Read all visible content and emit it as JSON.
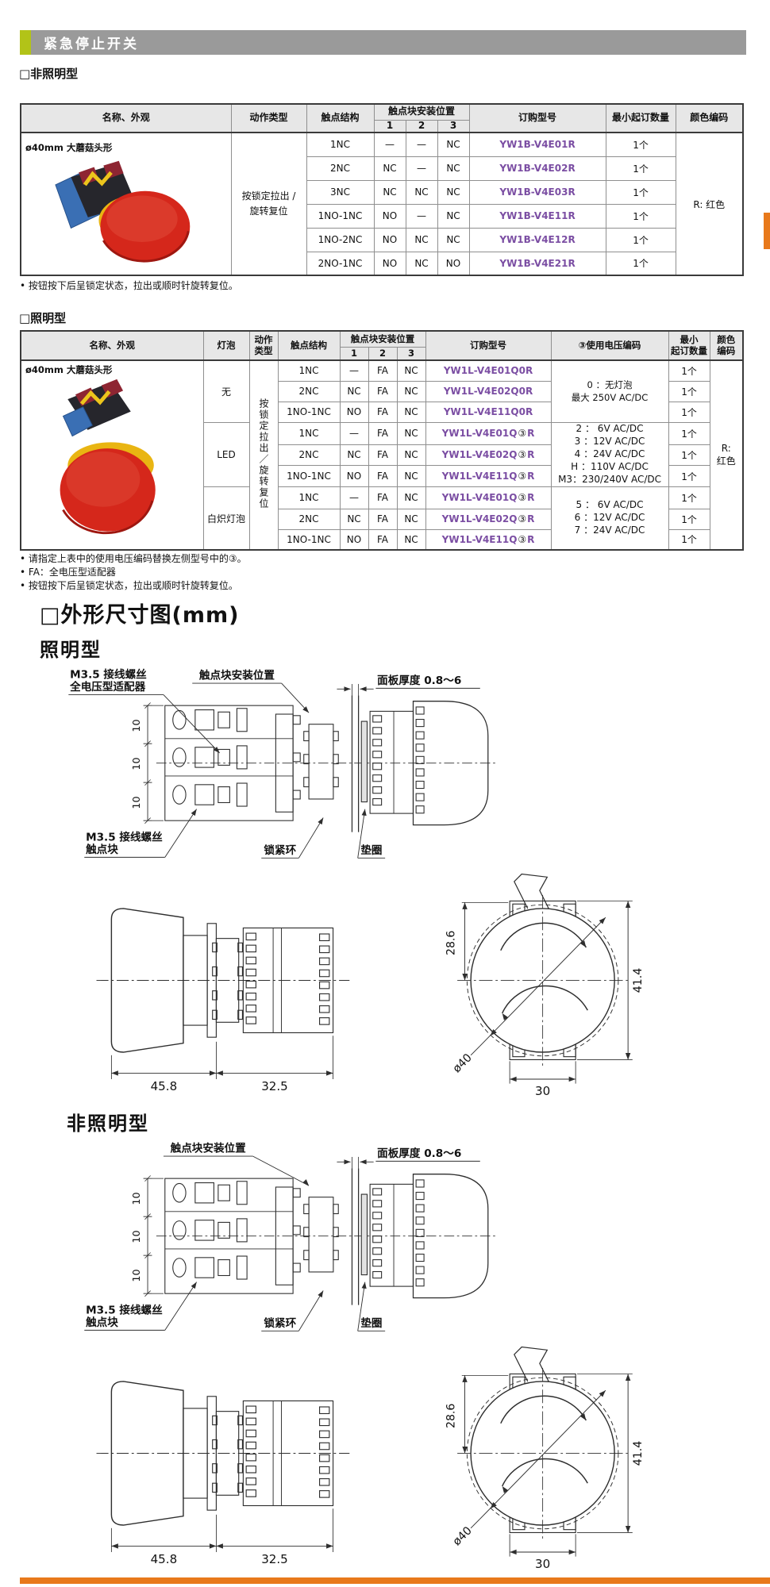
{
  "page": {
    "title_bar": {
      "title": "紧急停止开关"
    },
    "colors": {
      "accent_lime": "#b2c318",
      "bar_gray": "#9a9a9a",
      "model_purple": "#7b4ea3",
      "accent_orange": "#e8791b",
      "photo_red": "#d5271b"
    }
  },
  "non_illuminated": {
    "heading": "□非照明型",
    "table": {
      "headers": {
        "name": "名称、外观",
        "action": "动作类型",
        "contact": "触点结构",
        "mount": "触点块安装位置",
        "mount_cols": [
          "1",
          "2",
          "3"
        ],
        "model": "订购型号",
        "moq": "最小起订数量",
        "color": "颜色编码"
      },
      "product_name": "ø40mm 大蘑菇头形",
      "action_type": "按锁定拉出 /\n旋转复位",
      "color_code": "R: 红色",
      "rows": [
        {
          "contact": "1NC",
          "p1": "—",
          "p2": "—",
          "p3": "NC",
          "model": "YW1B-V4E01R",
          "moq": "1个"
        },
        {
          "contact": "2NC",
          "p1": "NC",
          "p2": "—",
          "p3": "NC",
          "model": "YW1B-V4E02R",
          "moq": "1个"
        },
        {
          "contact": "3NC",
          "p1": "NC",
          "p2": "NC",
          "p3": "NC",
          "model": "YW1B-V4E03R",
          "moq": "1个"
        },
        {
          "contact": "1NO-1NC",
          "p1": "NO",
          "p2": "—",
          "p3": "NC",
          "model": "YW1B-V4E11R",
          "moq": "1个"
        },
        {
          "contact": "1NO-2NC",
          "p1": "NO",
          "p2": "NC",
          "p3": "NC",
          "model": "YW1B-V4E12R",
          "moq": "1个"
        },
        {
          "contact": "2NO-1NC",
          "p1": "NO",
          "p2": "NC",
          "p3": "NO",
          "model": "YW1B-V4E21R",
          "moq": "1个"
        }
      ],
      "footnote": "• 按钮按下后呈锁定状态，拉出或顺时针旋转复位。"
    }
  },
  "illuminated": {
    "heading": "□照明型",
    "table": {
      "headers": {
        "name": "名称、外观",
        "bulb": "灯泡",
        "action": "动作\n类型",
        "contact": "触点结构",
        "mount": "触点块安装位置",
        "mount_cols": [
          "1",
          "2",
          "3"
        ],
        "model": "订购型号",
        "voltage": "③使用电压编码",
        "moq": "最小\n起订数量",
        "color": "颜色\n编码"
      },
      "product_name": "ø40mm 大蘑菇头形",
      "action_type": "按锁定拉出／旋转复位",
      "color_code": "R:\n红色",
      "groups": [
        {
          "bulb": "无",
          "voltage_lines": [
            "0 ：无灯泡",
            "最大 250V AC/DC"
          ],
          "rows": [
            {
              "contact": "1NC",
              "p1": "—",
              "p2": "FA",
              "p3": "NC",
              "model": "YW1L-V4E01Q0R",
              "moq": "1个"
            },
            {
              "contact": "2NC",
              "p1": "NC",
              "p2": "FA",
              "p3": "NC",
              "model": "YW1L-V4E02Q0R",
              "moq": "1个"
            },
            {
              "contact": "1NO-1NC",
              "p1": "NO",
              "p2": "FA",
              "p3": "NC",
              "model": "YW1L-V4E11Q0R",
              "moq": "1个"
            }
          ]
        },
        {
          "bulb": "LED",
          "voltage_lines": [
            "2 ： 6V AC/DC",
            "3 ：12V AC/DC",
            "4 ：24V AC/DC",
            "H ：110V AC/DC",
            "M3：230/240V AC/DC"
          ],
          "rows": [
            {
              "contact": "1NC",
              "p1": "—",
              "p2": "FA",
              "p3": "NC",
              "model": "YW1L-V4E01Q③R",
              "moq": "1个"
            },
            {
              "contact": "2NC",
              "p1": "NC",
              "p2": "FA",
              "p3": "NC",
              "model": "YW1L-V4E02Q③R",
              "moq": "1个"
            },
            {
              "contact": "1NO-1NC",
              "p1": "NO",
              "p2": "FA",
              "p3": "NC",
              "model": "YW1L-V4E11Q③R",
              "moq": "1个"
            }
          ]
        },
        {
          "bulb": "白炽灯泡",
          "voltage_lines": [
            "5 ： 6V AC/DC",
            "6 ：12V AC/DC",
            "7 ：24V AC/DC"
          ],
          "rows": [
            {
              "contact": "1NC",
              "p1": "—",
              "p2": "FA",
              "p3": "NC",
              "model": "YW1L-V4E01Q③R",
              "moq": "1个"
            },
            {
              "contact": "2NC",
              "p1": "NC",
              "p2": "FA",
              "p3": "NC",
              "model": "YW1L-V4E02Q③R",
              "moq": "1个"
            },
            {
              "contact": "1NO-1NC",
              "p1": "NO",
              "p2": "FA",
              "p3": "NC",
              "model": "YW1L-V4E11Q③R",
              "moq": "1个"
            }
          ]
        }
      ],
      "footnotes": [
        "• 请指定上表中的使用电压编码替换左侧型号中的③。",
        "• FA：全电压型适配器",
        "• 按钮按下后呈锁定状态，拉出或顺时针旋转复位。"
      ]
    }
  },
  "dims_section": {
    "heading": "□外形尺寸图(mm)",
    "illuminated": {
      "subheading": "照明型",
      "labels": {
        "screw_line": "M3.5 接线螺丝",
        "adapter_line": "全电压型适配器",
        "mount_pos": "触点块安装位置",
        "panel": "面板厚度 0.8～6",
        "block_line": "触点块",
        "lock_ring": "锁紧环",
        "washer": "垫圈"
      },
      "dims": {
        "pitch": "10",
        "len_a": "45.8",
        "len_b": "32.5",
        "h_top": "28.6",
        "h_full": "41.4",
        "dia": "ø40",
        "w_bottom": "30"
      }
    },
    "non_illuminated": {
      "subheading": "非照明型",
      "labels": {
        "screw_line": "M3.5 接线螺丝",
        "mount_pos": "触点块安装位置",
        "panel": "面板厚度 0.8～6",
        "block_line": "触点块",
        "lock_ring": "锁紧环",
        "washer": "垫圈"
      },
      "dims": {
        "pitch": "10",
        "len_a": "45.8",
        "len_b": "32.5",
        "h_top": "28.6",
        "h_full": "41.4",
        "dia": "ø40",
        "w_bottom": "30"
      }
    }
  }
}
